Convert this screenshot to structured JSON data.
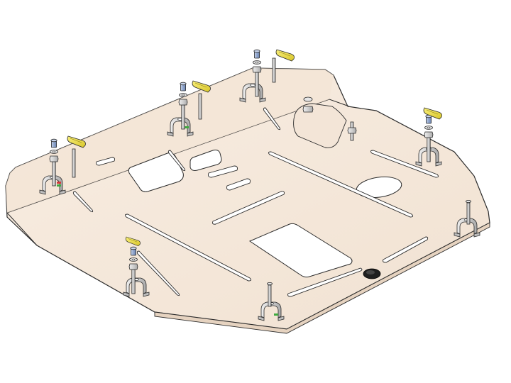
{
  "drawing": {
    "subject": "",
    "colors": {
      "background": "#ffffff",
      "plate_fill": "#f6e9dc",
      "plate_shade": "#eedccb",
      "outline": "#2b2b2b",
      "metal": "#d4d4d4",
      "metal_dark": "#9a9a9a",
      "bolt_blue": "#9fb3d6",
      "yellow_clip": "#efe04a",
      "green_mark": "#3faa3f",
      "red_mark": "#d23a3a",
      "plug": "#222222"
    },
    "components": {
      "plate": "skid-plate",
      "rear_brackets": 4,
      "front_brackets": 3,
      "yellow_clips": 5,
      "standalone_bolts": 2,
      "drain_plug": 1
    }
  }
}
